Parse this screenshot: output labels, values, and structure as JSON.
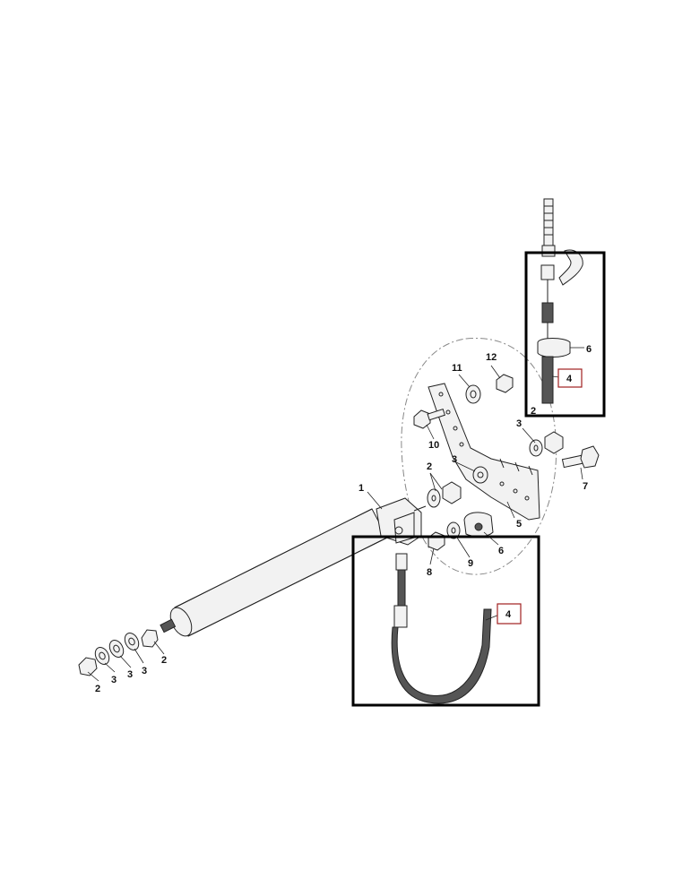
{
  "diagram": {
    "callouts": {
      "c1": "1",
      "c2a": "2",
      "c2b": "2",
      "c2c": "2",
      "c2d": "2",
      "c3a": "3",
      "c3b": "3",
      "c3c": "3",
      "c3d": "3",
      "c3e": "3",
      "c4a": "4",
      "c4b": "4",
      "c5": "5",
      "c6a": "6",
      "c6b": "6",
      "c7": "7",
      "c8": "8",
      "c9": "9",
      "c10": "10",
      "c11": "11",
      "c12": "12"
    }
  }
}
